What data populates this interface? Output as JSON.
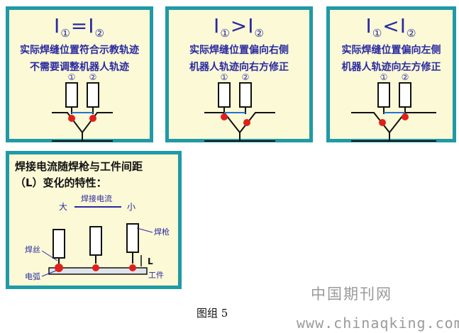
{
  "panels": [
    {
      "eq_main": "I",
      "eq_sub1": "①",
      "eq_op": "=",
      "eq_sub2": "②",
      "line1": "实际焊缝位置符合示教轨迹",
      "line2": "不需要调整机器人轨迹"
    },
    {
      "eq_main": "I",
      "eq_sub1": "①",
      "eq_op": ">",
      "eq_sub2": "②",
      "line1": "实际焊缝位置偏向右侧",
      "line2": "机器人轨迹向右方修正"
    },
    {
      "eq_main": "I",
      "eq_sub1": "①",
      "eq_op": "<",
      "eq_sub2": "②",
      "line1": "实际焊缝位置偏向左侧",
      "line2": "机器人轨迹向左方修正"
    }
  ],
  "torch_labels": {
    "left": "①",
    "right": "②"
  },
  "current_panel": {
    "title_line1": "焊接电流随焊枪与工件间距",
    "title_line2": "（L）变化的特性：",
    "big": "大",
    "current_label": "焊接电流",
    "small": "小",
    "torch": "焊枪",
    "wire": "焊丝",
    "arc": "电弧",
    "workpiece": "工件",
    "distance": "L"
  },
  "figure_caption": "图组 5",
  "watermark": {
    "cn": "中国期刊网",
    "url": "www.chinaqking.com"
  },
  "colors": {
    "border": "#1f9aa6",
    "panel_bg": "#fbf9d6",
    "text_blue": "#2a2aa0",
    "spark": "#e0201a",
    "line_blue": "#1e73d8"
  }
}
